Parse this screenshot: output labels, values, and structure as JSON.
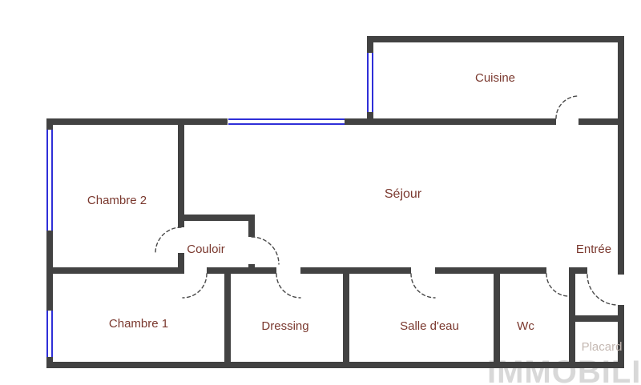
{
  "floorplan": {
    "rooms": {
      "cuisine": {
        "label": "Cuisine"
      },
      "sejour": {
        "label": "Séjour"
      },
      "chambre2": {
        "label": "Chambre 2"
      },
      "couloir": {
        "label": "Couloir"
      },
      "entree": {
        "label": "Entrée"
      },
      "chambre1": {
        "label": "Chambre 1"
      },
      "dressing": {
        "label": "Dressing"
      },
      "salle_deau": {
        "label": "Salle d'eau"
      },
      "wc": {
        "label": "Wc"
      },
      "placard": {
        "label": "Placard"
      }
    },
    "watermark": "IMMOBILIER",
    "colors": {
      "background": "#ffffff",
      "wall": "#424242",
      "window": "#2f2fd8",
      "door_arc": "#4a4a4a",
      "room_label": "#7a382e",
      "placard_label": "#c4b8b2",
      "watermark": "#d8d8d8"
    }
  }
}
